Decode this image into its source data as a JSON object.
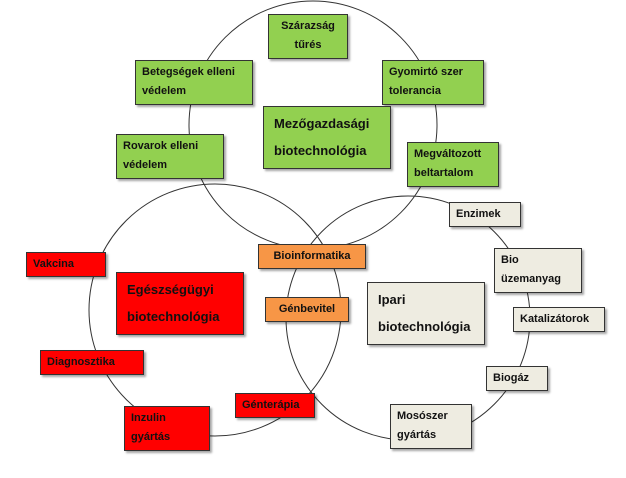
{
  "colors": {
    "agri": "#92d050",
    "health": "#ff0000",
    "core": "#f79646",
    "industry": "#eeece1",
    "circle": "#333333"
  },
  "agri": {
    "title1": "Mezőgazdasági",
    "title2": "biotechnológia",
    "items": [
      {
        "l1": "Szárazság",
        "l2": "tűrés"
      },
      {
        "l1": "Gyomirtó szer",
        "l2": "tolerancia"
      },
      {
        "l1": "Betegségek elleni",
        "l2": "védelem"
      },
      {
        "l1": "Rovarok elleni",
        "l2": "védelem"
      },
      {
        "l1": "Megváltozott",
        "l2": "beltartalom"
      }
    ]
  },
  "health": {
    "title1": "Egészségügyi",
    "title2": "biotechnológia",
    "items": [
      {
        "l1": "Vakcina"
      },
      {
        "l1": "Diagnosztika"
      },
      {
        "l1": "Inzulin",
        "l2": "gyártás"
      },
      {
        "l1": "Génterápia"
      }
    ]
  },
  "industry": {
    "title1": "Ipari",
    "title2": "biotechnológia",
    "items": [
      {
        "l1": "Enzimek"
      },
      {
        "l1": "Bio",
        "l2": "üzemanyag"
      },
      {
        "l1": "Katalizátorok"
      },
      {
        "l1": "Biogáz"
      },
      {
        "l1": "Mosószer",
        "l2": "gyártás"
      }
    ]
  },
  "core": {
    "bioinformatics": "Bioinformatika",
    "gene_transfer": "Génbevitel"
  }
}
